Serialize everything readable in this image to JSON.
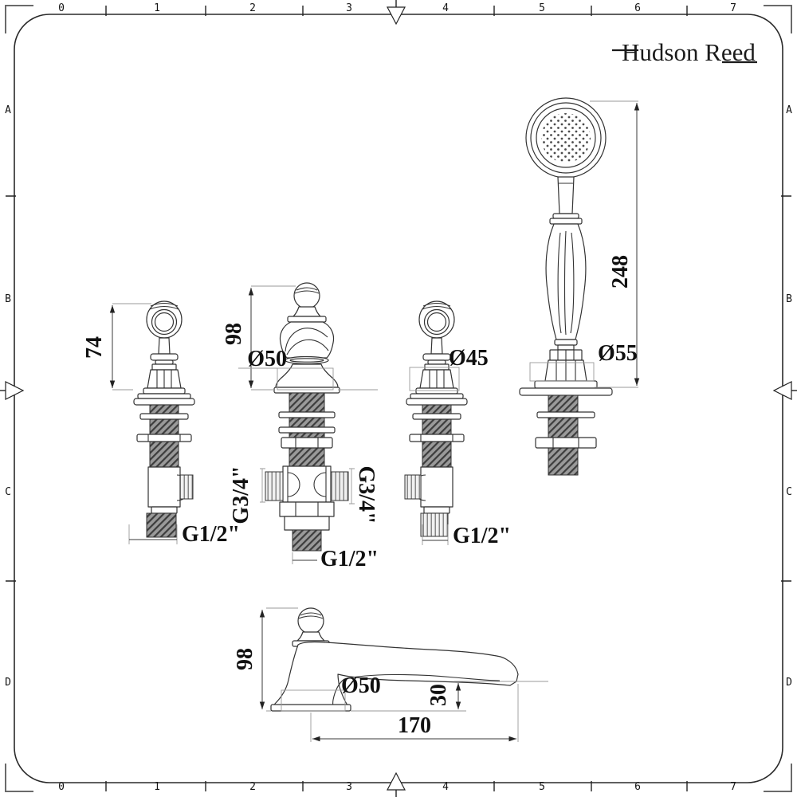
{
  "colors": {
    "ink": "#222222",
    "paper": "#ffffff",
    "thread_gray": "#8a8a8a"
  },
  "brand": {
    "name": "Hudson Reed"
  },
  "rulers": {
    "top": [
      "0",
      "1",
      "2",
      "3",
      "4",
      "5",
      "6",
      "7"
    ],
    "bottom": [
      "0",
      "1",
      "2",
      "3",
      "4",
      "5",
      "6",
      "7"
    ],
    "left": [
      "A",
      "B",
      "C",
      "D"
    ],
    "right": [
      "A",
      "B",
      "C",
      "D"
    ]
  },
  "fixtures": {
    "valve_left": {
      "height": "74",
      "outlet": "G1/2\""
    },
    "spout_front": {
      "height": "98",
      "diameter": "Ø50",
      "side_left": "G3/4\"",
      "side_right": "G3/4\"",
      "outlet": "G1/2\""
    },
    "valve_right": {
      "diameter": "Ø45",
      "outlet": "G1/2\""
    },
    "handset": {
      "height": "248",
      "diameter": "Ø55"
    },
    "spout_side": {
      "height": "98",
      "diameter": "Ø50",
      "drop": "30",
      "reach": "170"
    }
  }
}
